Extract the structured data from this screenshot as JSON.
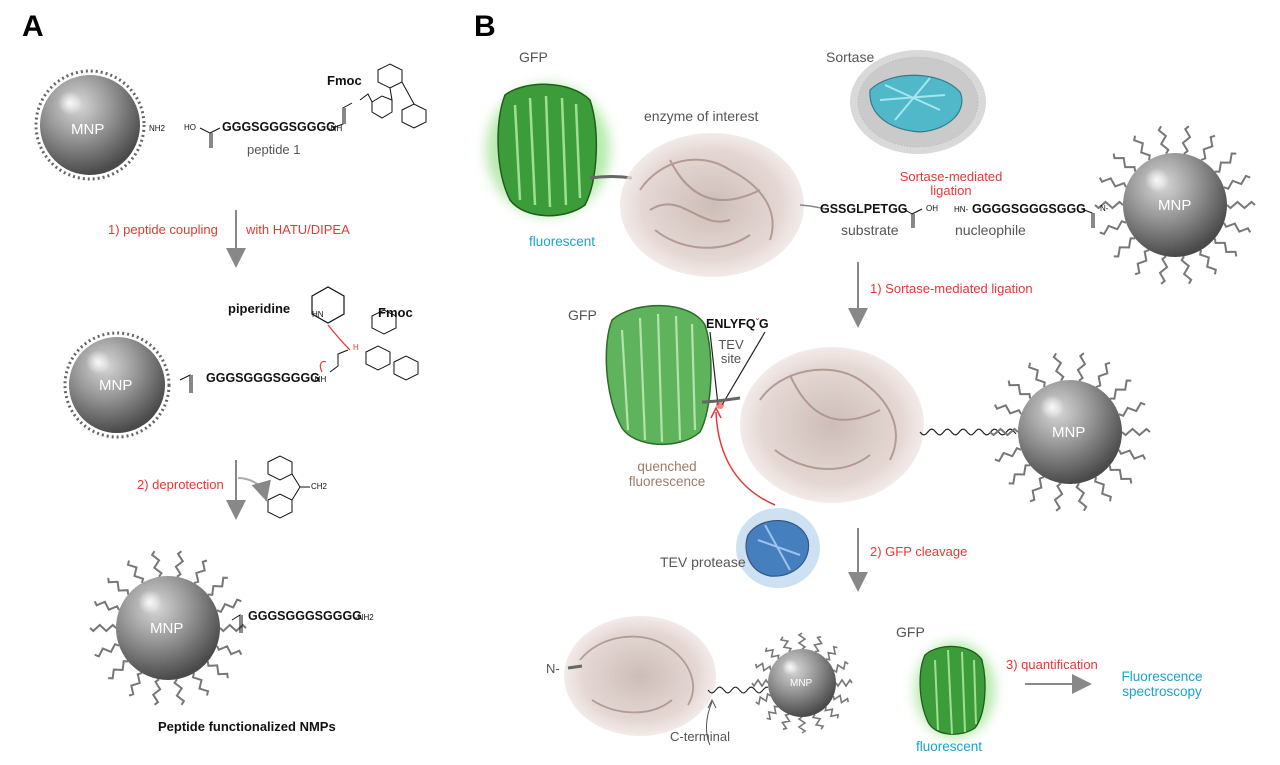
{
  "panels": {
    "a": "A",
    "b": "B"
  },
  "panelA": {
    "mnp_label": "MNP",
    "nh2": "NH2",
    "fmoc_top": "Fmoc",
    "ho": "HO",
    "peptide_seq": "GGGSGGGSGGGG",
    "nh_suffix": "-NH",
    "peptide_name": "peptide 1",
    "step1": "1) peptide coupling",
    "step1_reagent": "with HATU/DIPEA",
    "piperidine": "piperidine",
    "piperidine_nh": "HN",
    "fmoc_mid": "Fmoc",
    "h_letter": "H",
    "step2": "2) deprotection",
    "fulvene_ch2": "CH2",
    "final_seq": "GGGSGGGSGGGG",
    "final_nh2": "-NH2",
    "caption": "Peptide functionalized NMPs"
  },
  "panelB": {
    "gfp": "GFP",
    "sortase": "Sortase",
    "enzyme_of_interest": "enzyme of interest",
    "fluorescent": "fluorescent",
    "sortase_ligation": "Sortase-mediated ligation",
    "substrate_seq_a": "GSSG",
    "substrate_seq_b": "LPETG",
    "substrate_seq_c": "G",
    "oh": "OH",
    "substrate": "substrate",
    "nucleophile_prefix": "HN-",
    "nucleophile_seq": "GGGGSGGGSGGG",
    "nucleophile": "nucleophile",
    "n_suffix": "N-",
    "mnp_label": "MNP",
    "step1": "1) Sortase-mediated ligation",
    "gfp_mid": "GFP",
    "tev_seq": "ENLYFQ",
    "tev_g": "G",
    "tev_site": "TEV site",
    "quenched": "quenched fluorescence",
    "step2": "2) GFP cleavage",
    "tev_protease": "TEV protease",
    "n_term": "N-",
    "c_terminal": "C-terminal",
    "gfp_bottom": "GFP",
    "fluorescent_bottom": "fluorescent",
    "step3": "3) quantification",
    "spectroscopy": "Fluorescence spectroscopy"
  },
  "colors": {
    "red": "#e53935",
    "cyan": "#1aa3d0",
    "gfp_green": "#4caf50",
    "sortase_teal": "#3bb5c9",
    "tev_blue": "#2f6fb5",
    "enzyme_pink": "#d9c3be",
    "mnp_gray": "#8a8a8a"
  }
}
